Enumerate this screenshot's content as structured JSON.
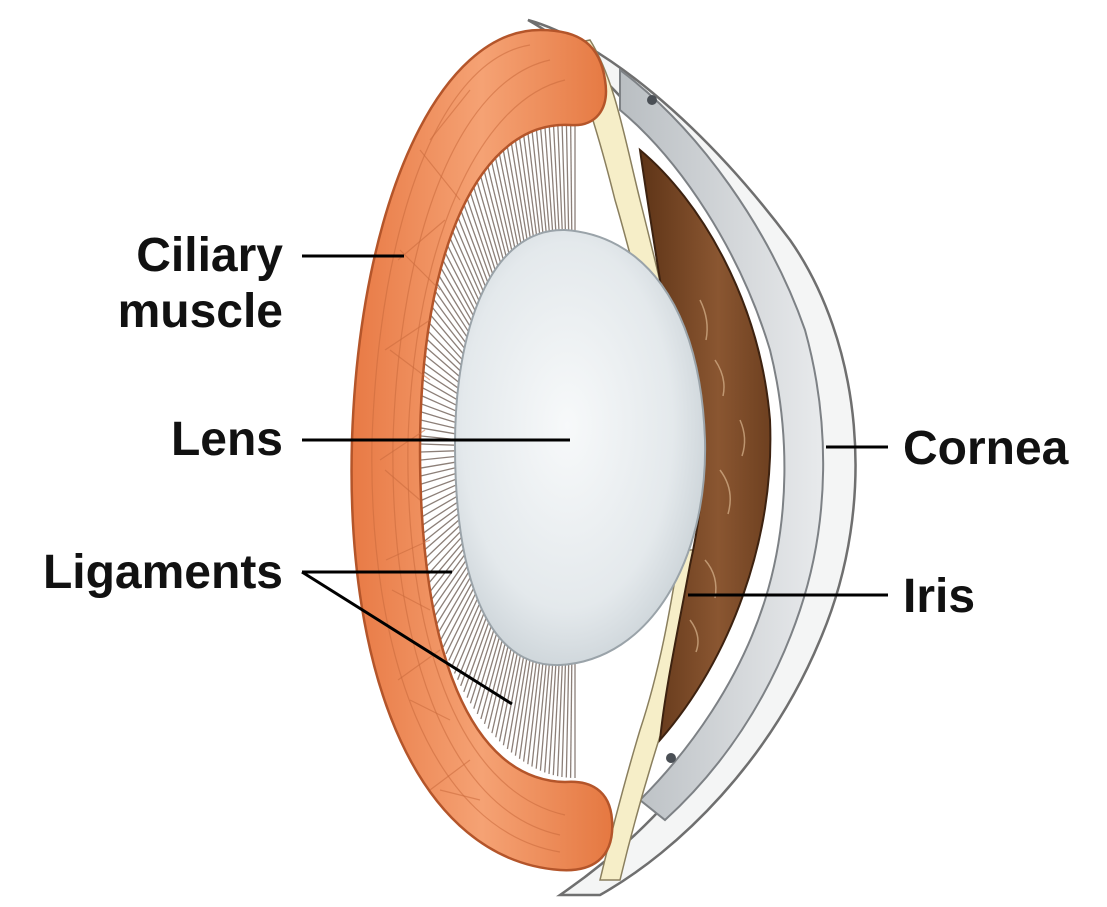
{
  "labels": {
    "ciliary_muscle_line1": "Ciliary",
    "ciliary_muscle_line2": "muscle",
    "lens": "Lens",
    "ligaments": "Ligaments",
    "cornea": "Cornea",
    "iris": "Iris"
  },
  "colors": {
    "muscle": "#ef8a55",
    "muscle_dark": "#c96a3c",
    "lens": "#e9edf0",
    "iris": "#7a4a24",
    "cornea": "#ffffff",
    "sclera": "#f6eec8",
    "ligament": "#8c7f78"
  }
}
